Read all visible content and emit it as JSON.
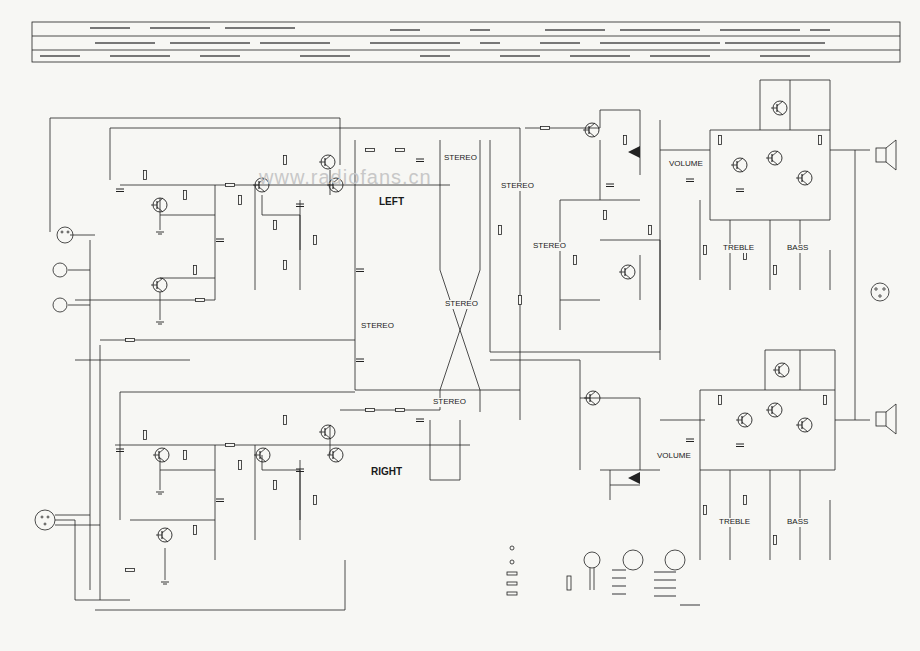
{
  "diagram": {
    "labels": [
      "LEFT",
      "RIGHT",
      "STEREO",
      "STEREO",
      "STEREO",
      "STEREO",
      "STEREO",
      "STEREO",
      "TREBLE",
      "BASS",
      "TREBLE",
      "BASS",
      "VOLUME",
      "VOLUME",
      "www.radiofans.cn"
    ]
  }
}
